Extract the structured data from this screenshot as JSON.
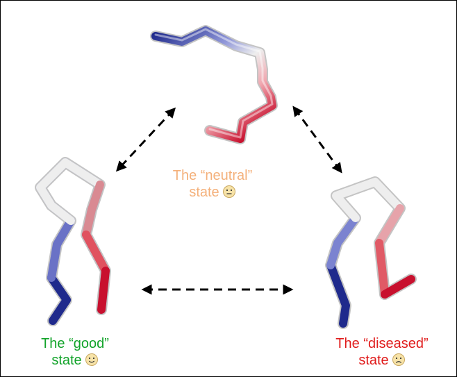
{
  "states": {
    "neutral": {
      "line1": "The “neutral”",
      "line2": "state",
      "color": "#f4b07a",
      "face": "neutral-face-icon"
    },
    "good": {
      "line1": "The “good”",
      "line2": "state",
      "color": "#12a32a",
      "face": "smiling-face-icon"
    },
    "diseased": {
      "line1": "The “diseased”",
      "line2": "state",
      "color": "#e01b1b",
      "face": "frowning-face-icon"
    }
  },
  "colors": {
    "strand_blue": "#1f2a8c",
    "strand_white": "#f2f2f2",
    "strand_red": "#c8102e",
    "arrow": "#000000",
    "emoji_fill": "#f7e3a8"
  }
}
